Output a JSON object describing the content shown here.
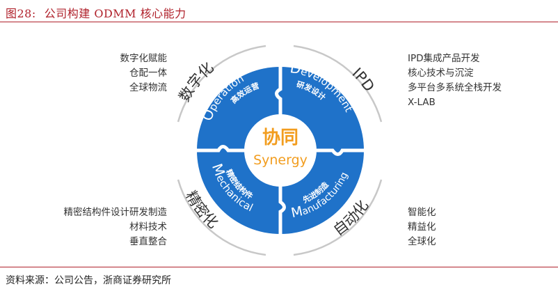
{
  "figure": {
    "number": "图28:",
    "title": "公司构建 ODMM 核心能力",
    "source": "资料来源：公司公告，浙商证券研究所"
  },
  "center": {
    "cn": "协同",
    "en": "Synergy"
  },
  "ring_labels": {
    "top_left": "数字化",
    "top_right": "IPD",
    "bottom_left": "精密化",
    "bottom_right": "自动化"
  },
  "quadrants": {
    "operation": {
      "en_initial": "O",
      "en_rest": "peration",
      "cn": "高效运营"
    },
    "development": {
      "en_initial": "D",
      "en_rest": "evelopment",
      "cn": "研发设计"
    },
    "mechanical": {
      "en_initial": "M",
      "en_rest": "echanical",
      "cn": "精密结构件"
    },
    "manufacturing": {
      "en_initial": "M",
      "en_rest": "anufacturing",
      "cn": "先进制造"
    }
  },
  "lists": {
    "top_left": [
      "数字化赋能",
      "仓配一体",
      "全球物流"
    ],
    "top_right": [
      "IPD集成产品开发",
      "核心技术与沉淀",
      "多平台多系统全栈开发",
      "X-LAB"
    ],
    "bottom_left": [
      "精密结构件设计研发制造",
      "材料技术",
      "垂直整合"
    ],
    "bottom_right": [
      "智能化",
      "精益化",
      "全球化"
    ]
  },
  "colors": {
    "accent_red": "#b0212b",
    "blue": "#1f72c9",
    "center_text": "#f29d1f",
    "ring": "#c8c8c8"
  }
}
